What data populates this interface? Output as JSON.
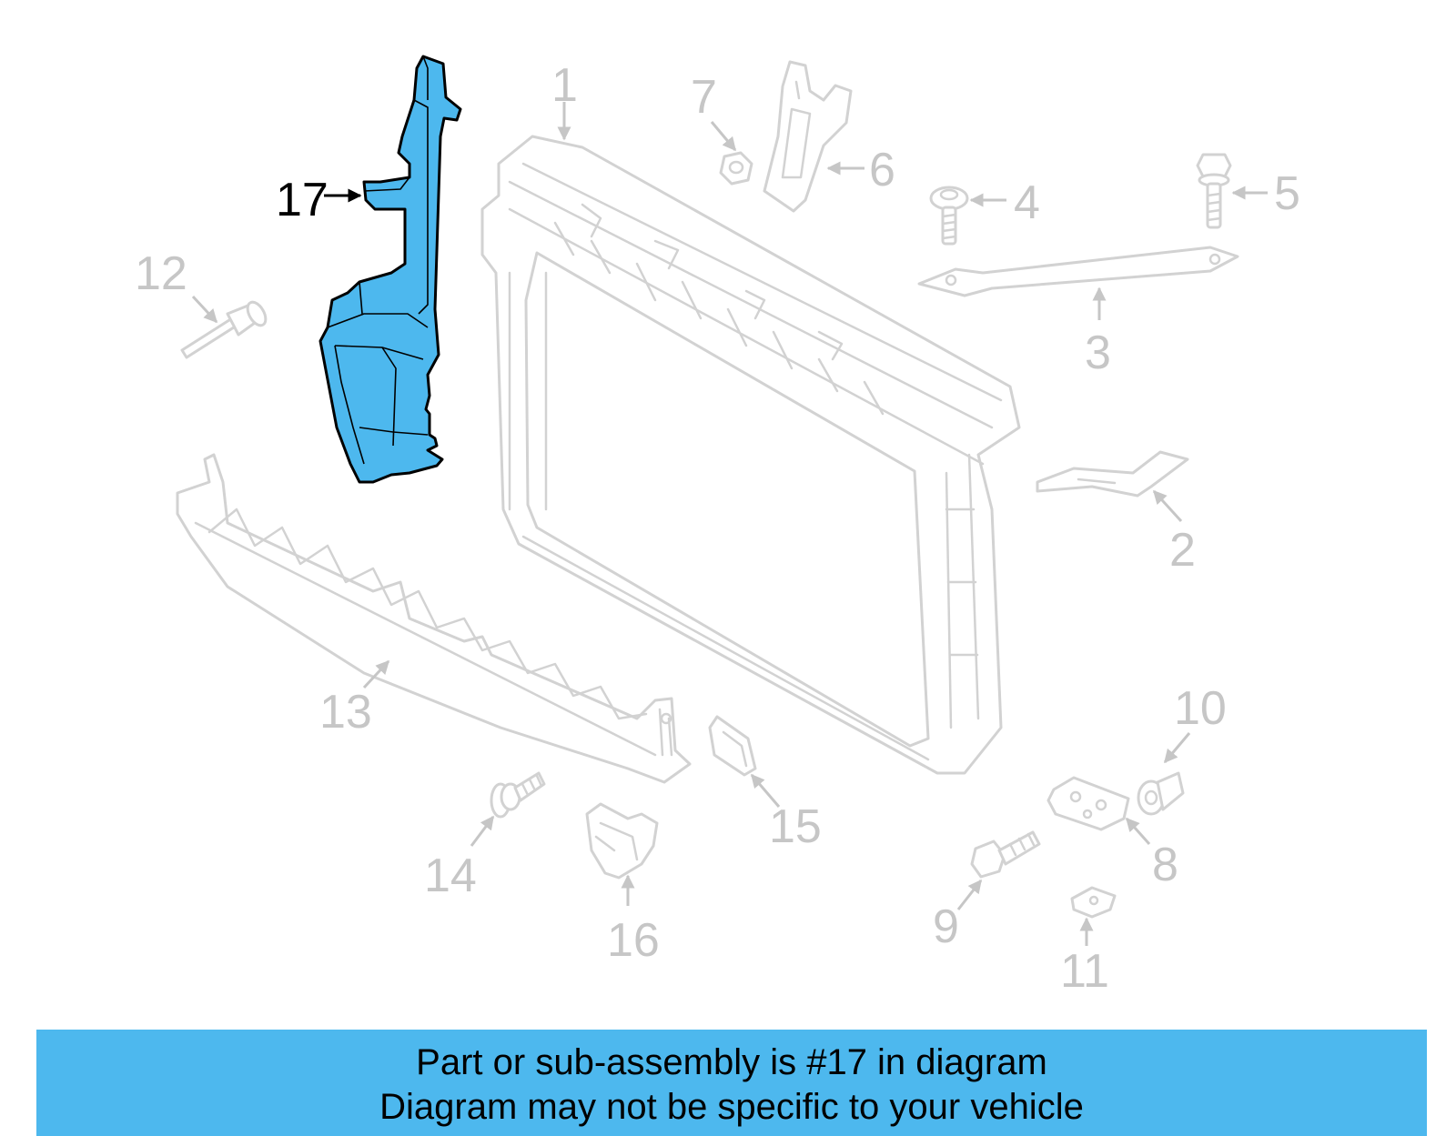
{
  "diagram": {
    "callouts": [
      {
        "label": "1"
      },
      {
        "label": "2"
      },
      {
        "label": "3"
      },
      {
        "label": "4"
      },
      {
        "label": "5"
      },
      {
        "label": "6"
      },
      {
        "label": "7"
      },
      {
        "label": "8"
      },
      {
        "label": "9"
      },
      {
        "label": "10"
      },
      {
        "label": "11"
      },
      {
        "label": "12"
      },
      {
        "label": "13"
      },
      {
        "label": "14"
      },
      {
        "label": "15"
      },
      {
        "label": "16"
      },
      {
        "label": "17"
      }
    ],
    "highlight_part": "17",
    "highlight_color": "#4db8ee",
    "part_color": "#c6c6c6"
  },
  "banner": {
    "line1": "Part or sub-assembly is #17 in diagram",
    "line2": "Diagram may not be specific to your vehicle",
    "background": "#4db8ee"
  }
}
